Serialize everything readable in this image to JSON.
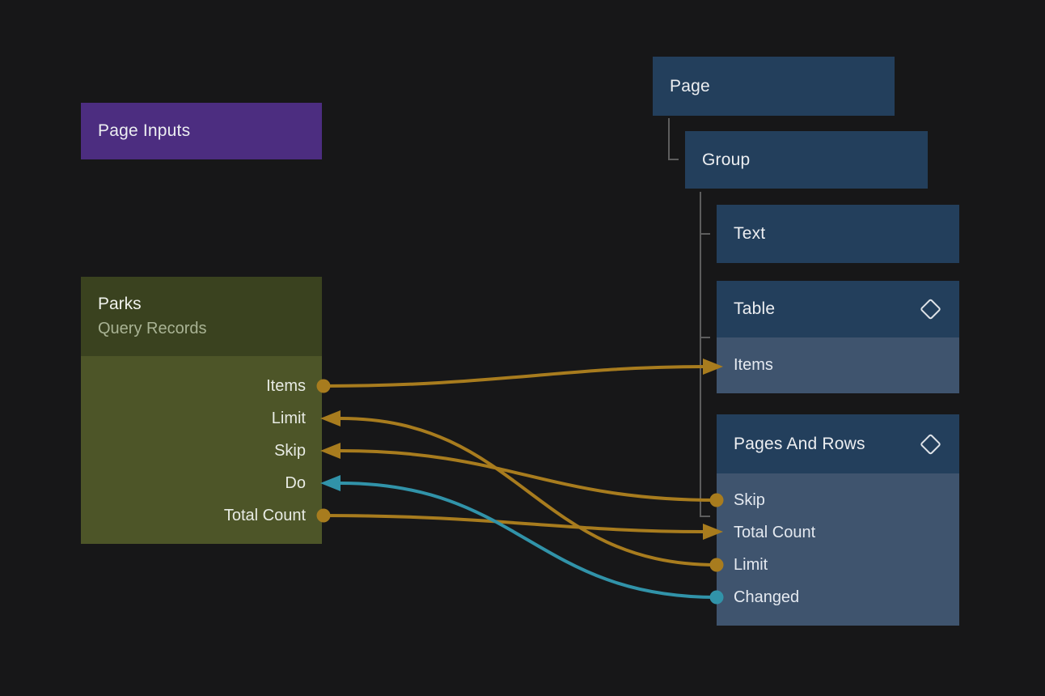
{
  "colors": {
    "bg": "#171718",
    "purple": "#4c2d80",
    "olive-header": "#3a421f",
    "olive-body": "#4d5528",
    "blue-header": "#233f5c",
    "blue-body": "#3f546e",
    "gold": "#a87c1e",
    "teal": "#3193a9",
    "tree": "#5d5d5d"
  },
  "page_inputs": {
    "title": "Page Inputs"
  },
  "parks": {
    "title": "Parks",
    "subtitle": "Query Records",
    "ports": [
      {
        "label": "Items",
        "direction": "output",
        "color": "gold"
      },
      {
        "label": "Limit",
        "direction": "input",
        "color": "gold"
      },
      {
        "label": "Skip",
        "direction": "input",
        "color": "gold"
      },
      {
        "label": "Do",
        "direction": "input",
        "color": "teal"
      },
      {
        "label": "Total Count",
        "direction": "output",
        "color": "gold"
      }
    ]
  },
  "tree": {
    "page": {
      "title": "Page"
    },
    "group": {
      "title": "Group"
    },
    "text": {
      "title": "Text"
    },
    "table": {
      "title": "Table",
      "icon": "diamond-icon",
      "rows": [
        {
          "label": "Items",
          "direction": "input",
          "color": "gold"
        }
      ]
    },
    "pages_and_rows": {
      "title": "Pages And Rows",
      "icon": "diamond-icon",
      "rows": [
        {
          "label": "Skip",
          "direction": "output",
          "color": "gold"
        },
        {
          "label": "Total Count",
          "direction": "input",
          "color": "gold"
        },
        {
          "label": "Limit",
          "direction": "output",
          "color": "gold"
        },
        {
          "label": "Changed",
          "direction": "output",
          "color": "teal"
        }
      ]
    }
  },
  "connections": [
    {
      "from": "Parks.Items",
      "to": "Table.Items",
      "color": "gold"
    },
    {
      "from": "Pages And Rows.Skip",
      "to": "Parks.Skip",
      "color": "gold"
    },
    {
      "from": "Pages And Rows.Limit",
      "to": "Parks.Limit",
      "color": "gold"
    },
    {
      "from": "Pages And Rows.Changed",
      "to": "Parks.Do",
      "color": "teal"
    },
    {
      "from": "Parks.Total Count",
      "to": "Pages And Rows.Total Count",
      "color": "gold"
    }
  ]
}
